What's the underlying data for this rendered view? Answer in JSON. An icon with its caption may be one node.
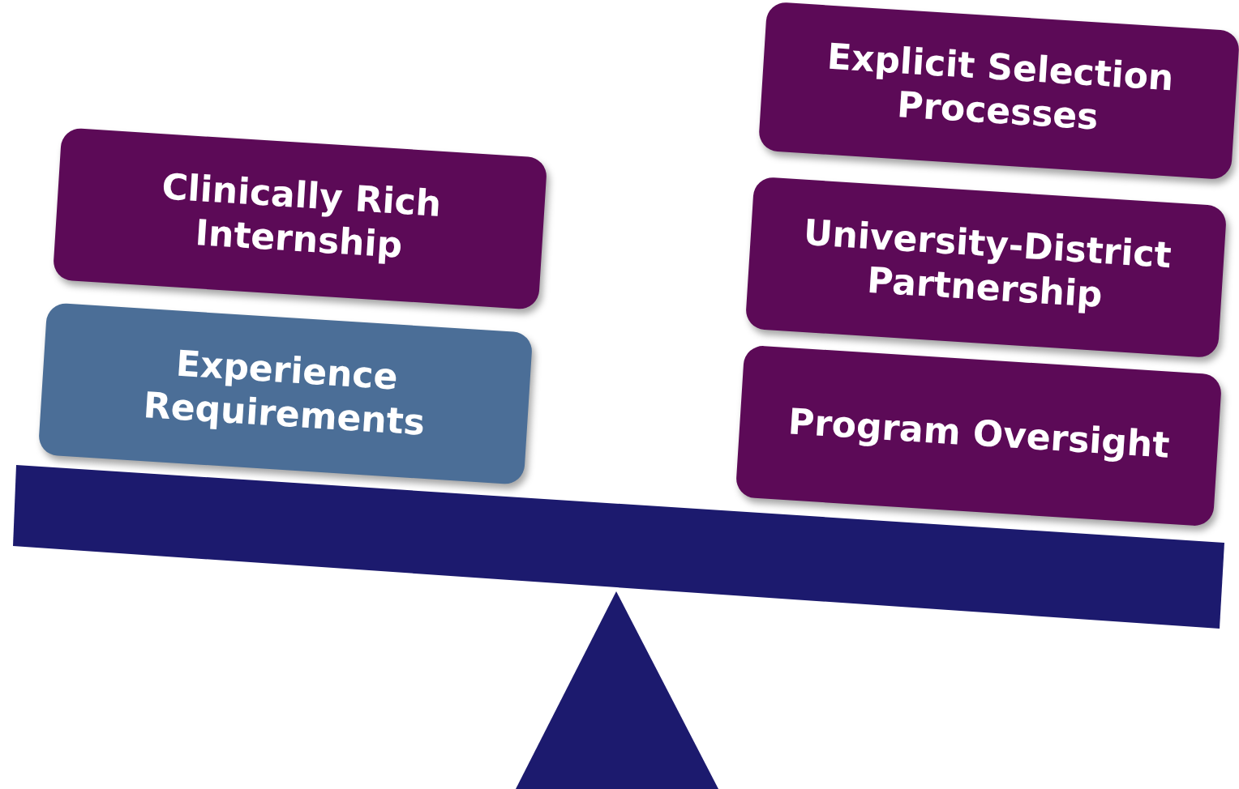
{
  "diagram": {
    "nodes": [
      {
        "text": [
          "Clinically Rich Internship"
        ]
      },
      {
        "text": [
          "Experience Requirements"
        ]
      },
      {
        "text": [
          "Explicit Selection Processes"
        ]
      },
      {
        "text": [
          "University-District Partnership"
        ]
      },
      {
        "text": [
          "Program Oversight"
        ]
      }
    ]
  }
}
